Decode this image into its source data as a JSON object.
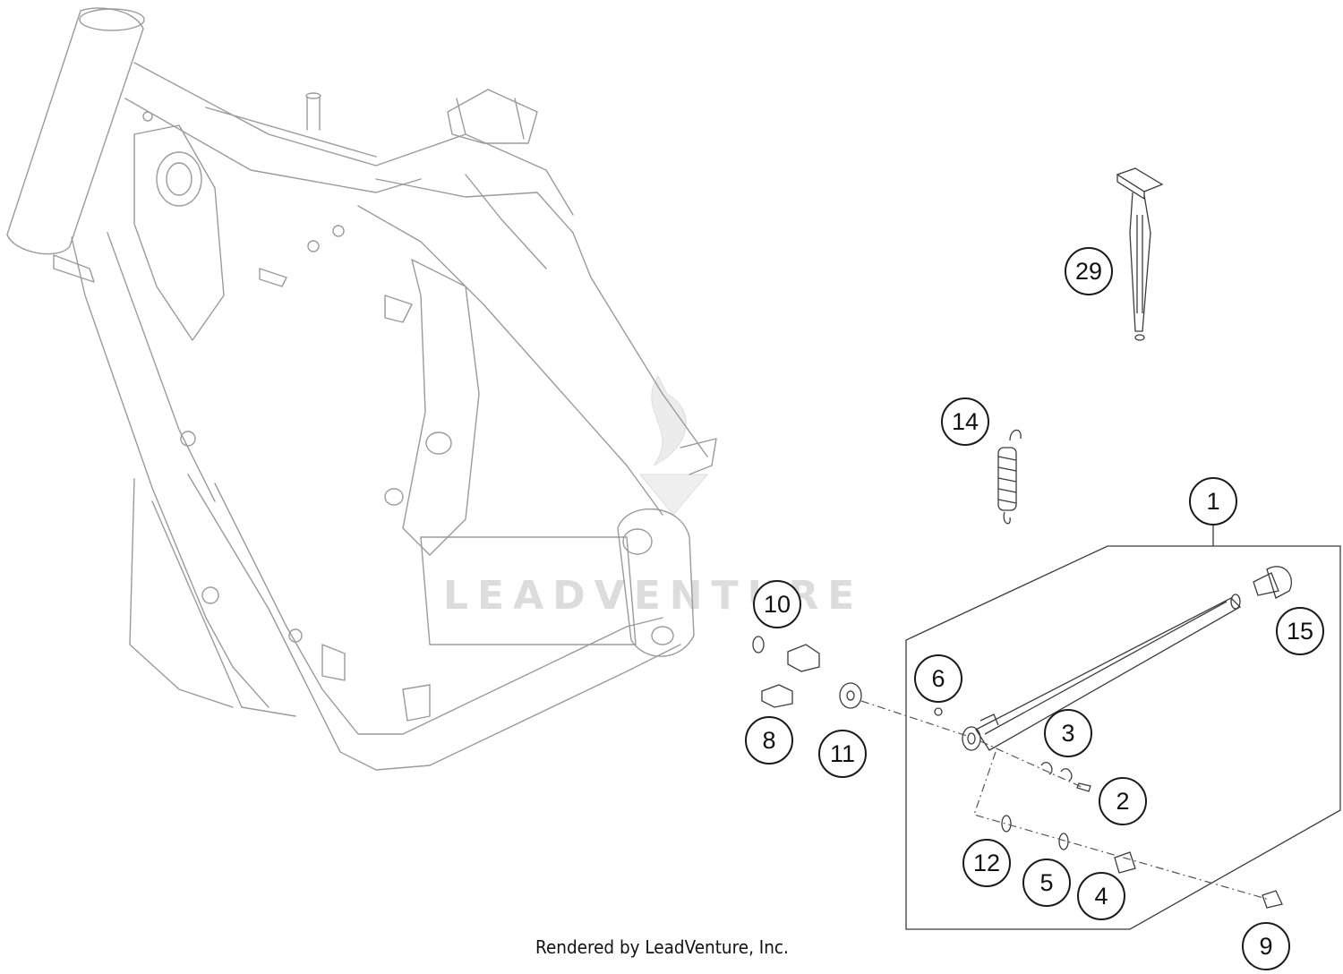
{
  "watermark": "LEADVENTURE",
  "credit": "Rendered by LeadVenture, Inc.",
  "callouts": [
    {
      "id": "c29",
      "label": "29"
    },
    {
      "id": "c14",
      "label": "14"
    },
    {
      "id": "c1",
      "label": "1"
    },
    {
      "id": "c15",
      "label": "15"
    },
    {
      "id": "c10",
      "label": "10"
    },
    {
      "id": "c6",
      "label": "6"
    },
    {
      "id": "c3",
      "label": "3"
    },
    {
      "id": "c8",
      "label": "8"
    },
    {
      "id": "c11",
      "label": "11"
    },
    {
      "id": "c2",
      "label": "2"
    },
    {
      "id": "c12",
      "label": "12"
    },
    {
      "id": "c5",
      "label": "5"
    },
    {
      "id": "c4",
      "label": "4"
    },
    {
      "id": "c9",
      "label": "9"
    }
  ]
}
